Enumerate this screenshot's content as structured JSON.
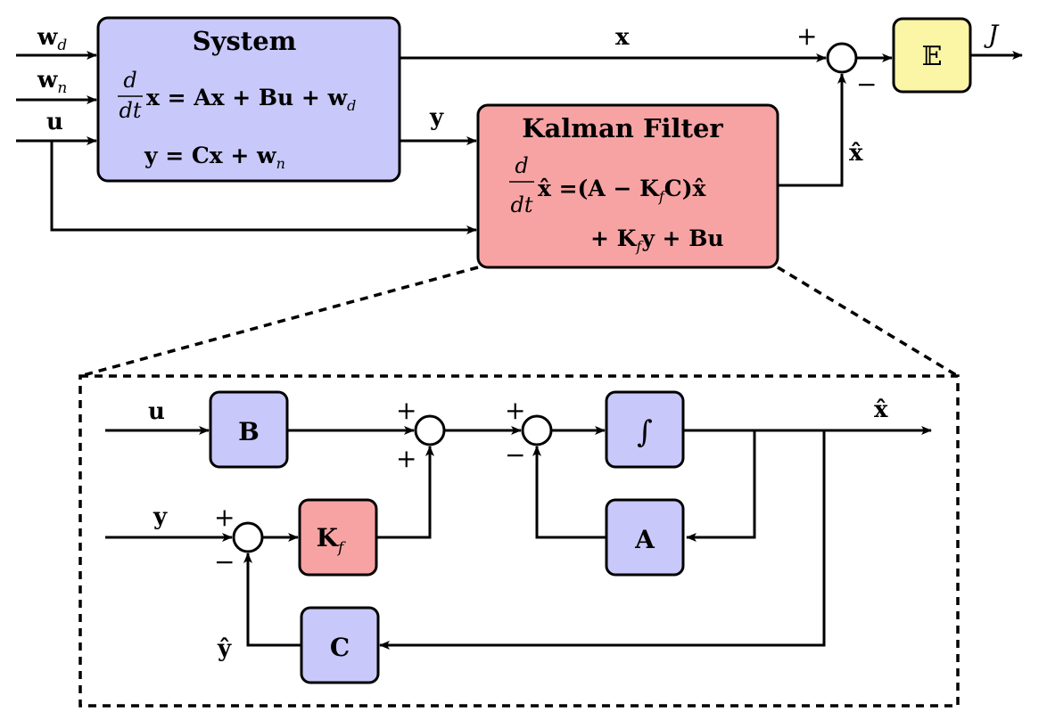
{
  "colors": {
    "blue_block": "#c8c8fa",
    "red_block": "#f8a3a3",
    "yellow_block": "#fbf5a6"
  },
  "signals": {
    "w_d": "w",
    "w_d_sub": "d",
    "w_n": "w",
    "w_n_sub": "n",
    "u": "u",
    "x": "x",
    "y": "y",
    "x_hat": "x̂",
    "J": "J",
    "y_hat": "ŷ"
  },
  "system": {
    "title": "System",
    "eq1_d": "d",
    "eq1_dt": "dt",
    "eq1_rhs": "x = Ax + Bu + w",
    "eq1_sub": "d",
    "eq2": "y = Cx + w",
    "eq2_sub": "n"
  },
  "kalman": {
    "title": "Kalman Filter",
    "eq1_d": "d",
    "eq1_dt": "dt",
    "eq1_a": "x̂ =(A − K",
    "eq1_sub": "f",
    "eq1_b": "C)x̂",
    "eq2_a": "+ K",
    "eq2_sub": "f",
    "eq2_b": "y + Bu"
  },
  "expectation": {
    "label": "𝔼"
  },
  "detail": {
    "B": "B",
    "Kf": "K",
    "Kf_sub": "f",
    "integral": "∫",
    "A": "A",
    "C": "C",
    "u": "u",
    "y": "y",
    "x_hat": "x̂",
    "y_hat": "ŷ"
  },
  "signs": {
    "plus": "+",
    "minus": "−"
  }
}
